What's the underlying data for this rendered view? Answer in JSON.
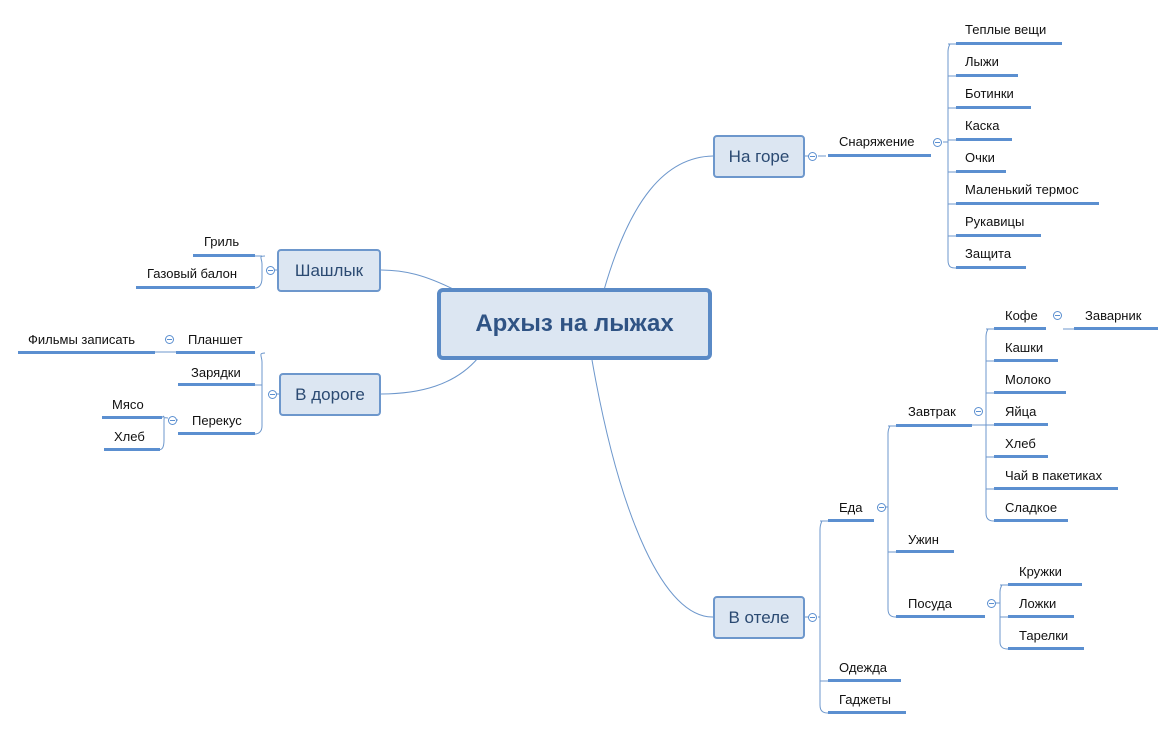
{
  "central": "Архыз на лыжах",
  "topics": {
    "mountain": "На горе",
    "shashlyk": "Шашлык",
    "road": "В дороге",
    "hotel": "В отеле"
  },
  "mountain": {
    "equipment": "Снаряжение",
    "items": [
      "Теплые вещи",
      "Лыжи",
      "Ботинки",
      "Каска",
      "Очки",
      "Маленький термос",
      "Рукавицы",
      "Защита"
    ]
  },
  "shashlyk": {
    "items": [
      "Гриль",
      "Газовый балон"
    ]
  },
  "road": {
    "tablet": "Планшет",
    "tablet_child": "Фильмы записать",
    "chargers": "Зарядки",
    "snack": "Перекус",
    "snack_items": [
      "Мясо",
      "Хлеб"
    ]
  },
  "hotel": {
    "food": "Еда",
    "breakfast": "Завтрак",
    "breakfast_items": [
      "Кофе",
      "Кашки",
      "Молоко",
      "Яйца",
      "Хлеб",
      "Чай в пакетиках",
      "Сладкое"
    ],
    "coffee_child": "Заварник",
    "dinner": "Ужин",
    "dishes": "Посуда",
    "dishes_items": [
      "Кружки",
      "Ложки",
      "Тарелки"
    ],
    "clothes": "Одежда",
    "gadgets": "Гаджеты"
  }
}
